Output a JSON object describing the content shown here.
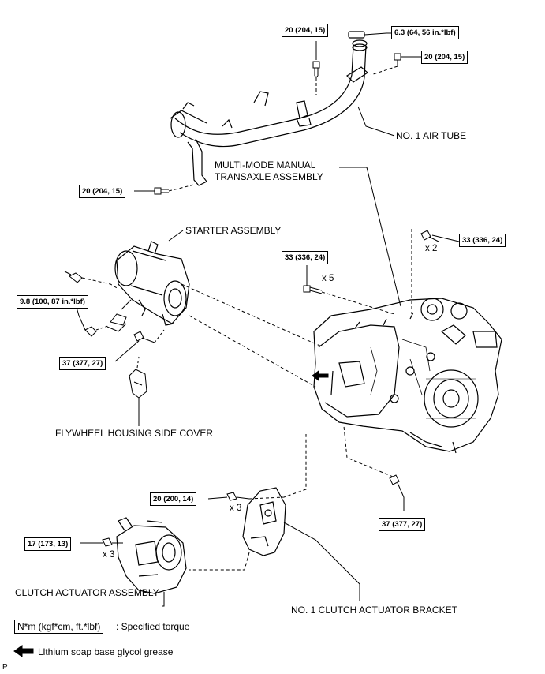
{
  "torques": {
    "t_top_bolt": "20 (204, 15)",
    "t_air_clamp": "6.3 (64, 56 in.*lbf)",
    "t_right_bolt": "20 (204, 15)",
    "t_bracket_bolt": "20 (204, 15)",
    "t_trans_upper": "33 (336, 24)",
    "t_trans_x5": "33 (336, 24)",
    "t_starter_nut": "9.8 (100, 87 in.*lbf)",
    "t_starter_bolt": "37 (377, 27)",
    "t_actuator_bracket": "20 (200, 14)",
    "t_trans_lower": "37 (377, 27)",
    "t_actuator": "17 (173, 13)"
  },
  "quantities": {
    "q_x2": "x 2",
    "q_x5": "x 5",
    "q_x3_bracket": "x 3",
    "q_x3_actuator": "x 3"
  },
  "labels": {
    "air_tube": "NO. 1 AIR TUBE",
    "transaxle_line1": "MULTI-MODE MANUAL",
    "transaxle_line2": "TRANSAXLE ASSEMBLY",
    "starter": "STARTER ASSEMBLY",
    "flywheel_cover": "FLYWHEEL HOUSING SIDE COVER",
    "clutch_actuator": "CLUTCH ACTUATOR ASSEMBLY",
    "actuator_bracket": "NO. 1 CLUTCH ACTUATOR BRACKET"
  },
  "legend": {
    "torque_unit": "N*m (kgf*cm, ft.*lbf)",
    "torque_desc": ": Specified torque",
    "grease_desc": "Llthium soap base glycol grease"
  },
  "footer_code": "P"
}
